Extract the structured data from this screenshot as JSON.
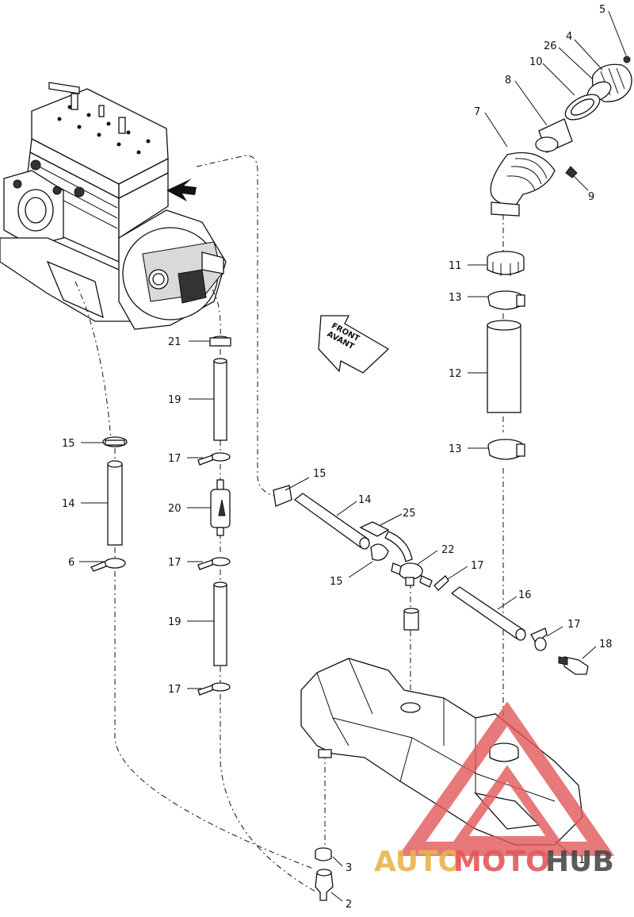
{
  "labels": {
    "l1": "1",
    "l2": "2",
    "l3": "3",
    "l4": "4",
    "l5": "5",
    "l6": "6",
    "l7": "7",
    "l8": "8",
    "l9": "9",
    "l10": "10",
    "l11": "11",
    "l12": "12",
    "l13a": "13",
    "l13b": "13",
    "l14a": "14",
    "l14b": "14",
    "l15a": "15",
    "l15b": "15",
    "l15c": "15",
    "l16": "16",
    "l17a": "17",
    "l17b": "17",
    "l17c": "17",
    "l17d": "17",
    "l17e": "17",
    "l18": "18",
    "l19a": "19",
    "l19b": "19",
    "l20": "20",
    "l21": "21",
    "l22": "22",
    "l25": "25",
    "l26": "26"
  },
  "front_arrow": {
    "line1": "FRONT",
    "line2": "AVANT"
  },
  "watermark": {
    "part1": "AUTO",
    "part2": "MOTO",
    "part3": "HUB",
    "color_red": "#e3585a",
    "color_gold": "#e9b44c",
    "color_gray": "#4a4a4a"
  }
}
